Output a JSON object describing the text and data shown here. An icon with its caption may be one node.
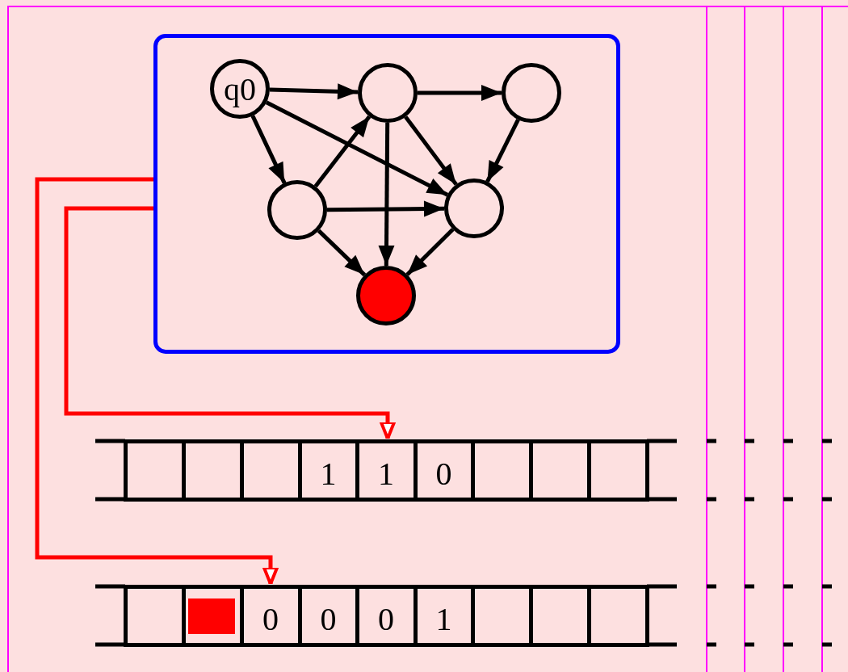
{
  "diagram": {
    "nodes": [
      {
        "text": [],
        "shape": "box"
      },
      {
        "text": [
          "q0"
        ],
        "in": 0
      },
      {
        "text": [],
        "shape": "circle",
        "in": 0
      },
      {
        "text": [],
        "shape": "circle",
        "in": 0
      },
      {
        "text": [],
        "shape": "circle",
        "in": 0
      },
      {
        "text": [],
        "shape": "circle",
        "in": 0
      },
      {
        "text": [],
        "shape": "circle",
        "in": 0
      },
      {
        "text": [],
        "shape": "box"
      },
      {
        "text": [],
        "shape": "box"
      },
      {
        "text": [],
        "shape": "box"
      },
      {
        "text": [
          "1"
        ]
      },
      {
        "text": [
          "1"
        ]
      },
      {
        "text": [
          "0"
        ]
      },
      {
        "text": [],
        "shape": "box"
      },
      {
        "text": [],
        "shape": "box"
      },
      {
        "text": [],
        "shape": "box"
      },
      {
        "text": [],
        "shape": "box"
      },
      {
        "text": [],
        "shape": "box"
      },
      {
        "text": [
          "0"
        ]
      },
      {
        "text": [
          "0"
        ]
      },
      {
        "text": [
          "0"
        ]
      },
      {
        "text": [
          "1"
        ]
      },
      {
        "text": [],
        "shape": "box"
      },
      {
        "text": [],
        "shape": "box"
      },
      {
        "text": [],
        "shape": "box"
      }
    ],
    "edges": [
      {
        "from": 1,
        "to": 2,
        "arrow": "to"
      },
      {
        "from": 2,
        "to": 3,
        "arrow": "to"
      },
      {
        "from": 1,
        "to": 4,
        "arrow": "to"
      },
      {
        "from": 1,
        "to": 5,
        "arrow": "to"
      },
      {
        "from": 2,
        "to": 5,
        "arrow": "to"
      },
      {
        "from": 2,
        "to": 6,
        "arrow": "to"
      },
      {
        "from": 4,
        "to": 2,
        "arrow": "to"
      },
      {
        "from": 4,
        "to": 5,
        "arrow": "to"
      },
      {
        "from": 4,
        "to": 6,
        "arrow": "to"
      },
      {
        "from": 3,
        "to": 5,
        "arrow": "to"
      },
      {
        "from": 5,
        "to": 6,
        "arrow": "to"
      },
      {
        "from": 0,
        "to": 11,
        "arrow": "to",
        "color": "#ff0000"
      },
      {
        "from": 0,
        "to": 18,
        "arrow": "to",
        "color": "#ff0000"
      }
    ]
  }
}
